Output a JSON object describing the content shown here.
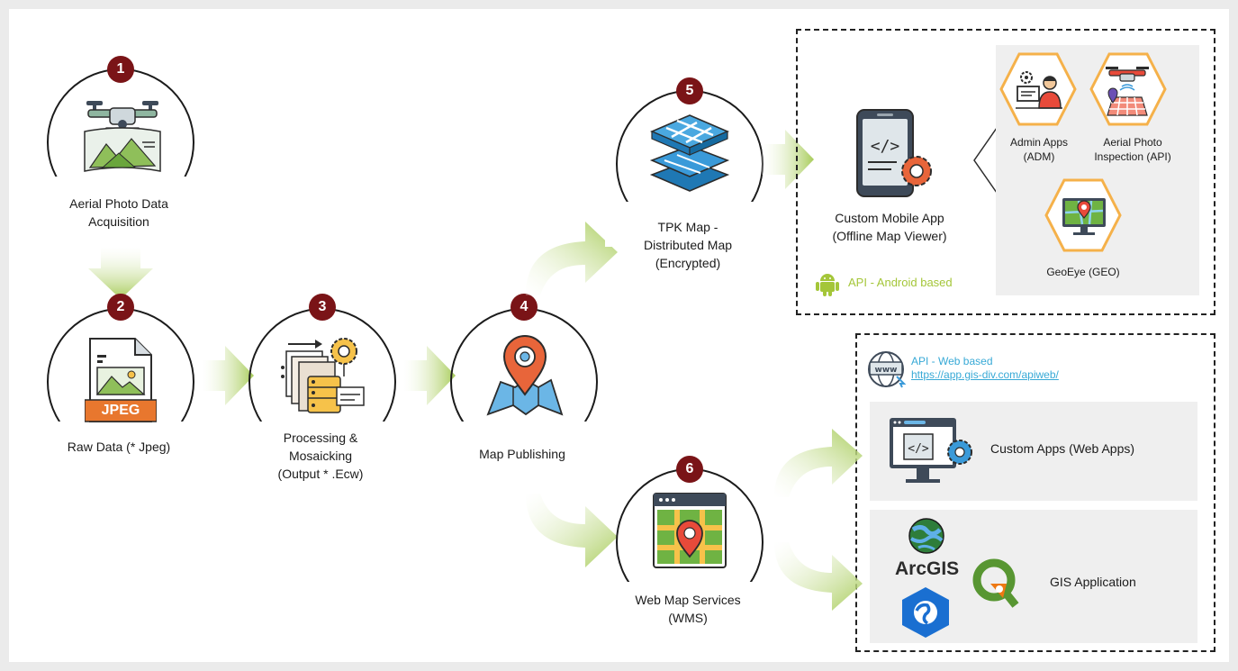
{
  "stages": [
    {
      "number": "1",
      "label": "Aerial Photo Data\nAcquisition",
      "icon": "drone-icon"
    },
    {
      "number": "2",
      "label": "Raw Data (* Jpeg)",
      "icon": "jpeg-file-icon",
      "file_badge": "JPEG"
    },
    {
      "number": "3",
      "label": "Processing &\nMosaicking\n(Output * .Ecw)",
      "icon": "processing-server-icon"
    },
    {
      "number": "4",
      "label": "Map Publishing",
      "icon": "map-pin-icon"
    },
    {
      "number": "5",
      "label": "TPK Map -\nDistributed Map\n(Encrypted)",
      "icon": "layered-map-icon"
    },
    {
      "number": "6",
      "label": "Web Map Services\n(WMS)",
      "icon": "web-map-icon"
    }
  ],
  "mobile": {
    "app_label": "Custom Mobile App\n(Offline Map Viewer)",
    "platform_label": "API - Android based",
    "platform_color": "#a4c639",
    "apps": [
      {
        "label": "Admin Apps\n(ADM)",
        "icon": "admin-user-icon"
      },
      {
        "label": "Aerial Photo\nInspection (API)",
        "icon": "drone-grid-icon"
      },
      {
        "label": "GeoEye (GEO)",
        "icon": "monitor-map-icon"
      }
    ]
  },
  "web": {
    "title": "API - Web based",
    "url": "https://app.gis-div.com/apiweb/",
    "link_color": "#37a9d6",
    "custom_apps_label": "Custom Apps (Web Apps)",
    "gis_label": "GIS Application",
    "arcgis_text": "ArcGIS"
  },
  "colors": {
    "badge": "#7a1417",
    "hexagon_stroke": "#f5b14a",
    "arrow_green": "#a8cc5a",
    "panel_grey": "#efefef"
  }
}
